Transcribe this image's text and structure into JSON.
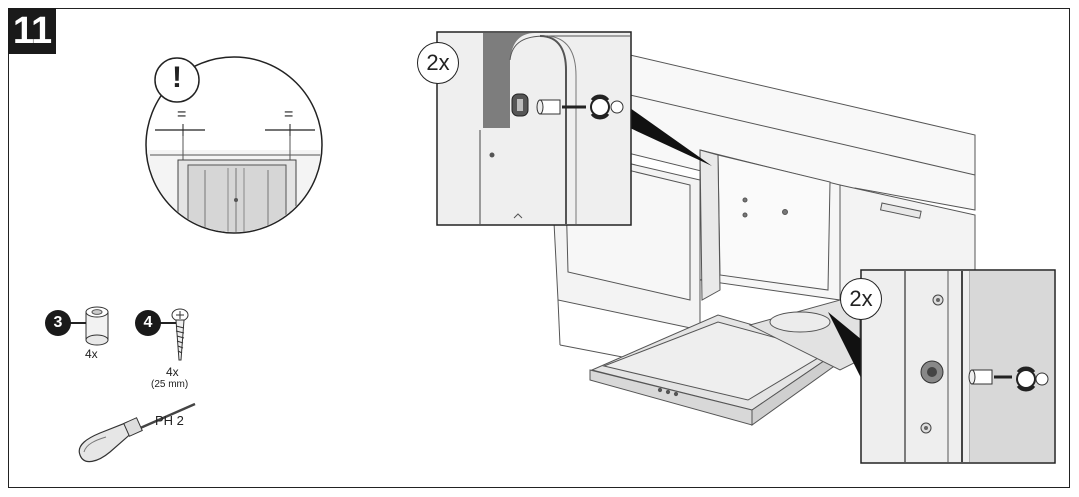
{
  "step": {
    "number": "11"
  },
  "warning": {
    "symbol": "!",
    "equal_left": "=",
    "equal_right": "="
  },
  "parts": {
    "spacer": {
      "badge": "3",
      "qty": "4x"
    },
    "screw": {
      "badge": "4",
      "qty": "4x",
      "size": "(25 mm)"
    }
  },
  "tool": {
    "label": "PH 2"
  },
  "details": {
    "top": {
      "count": "2x"
    },
    "bottom": {
      "count": "2x"
    }
  }
}
